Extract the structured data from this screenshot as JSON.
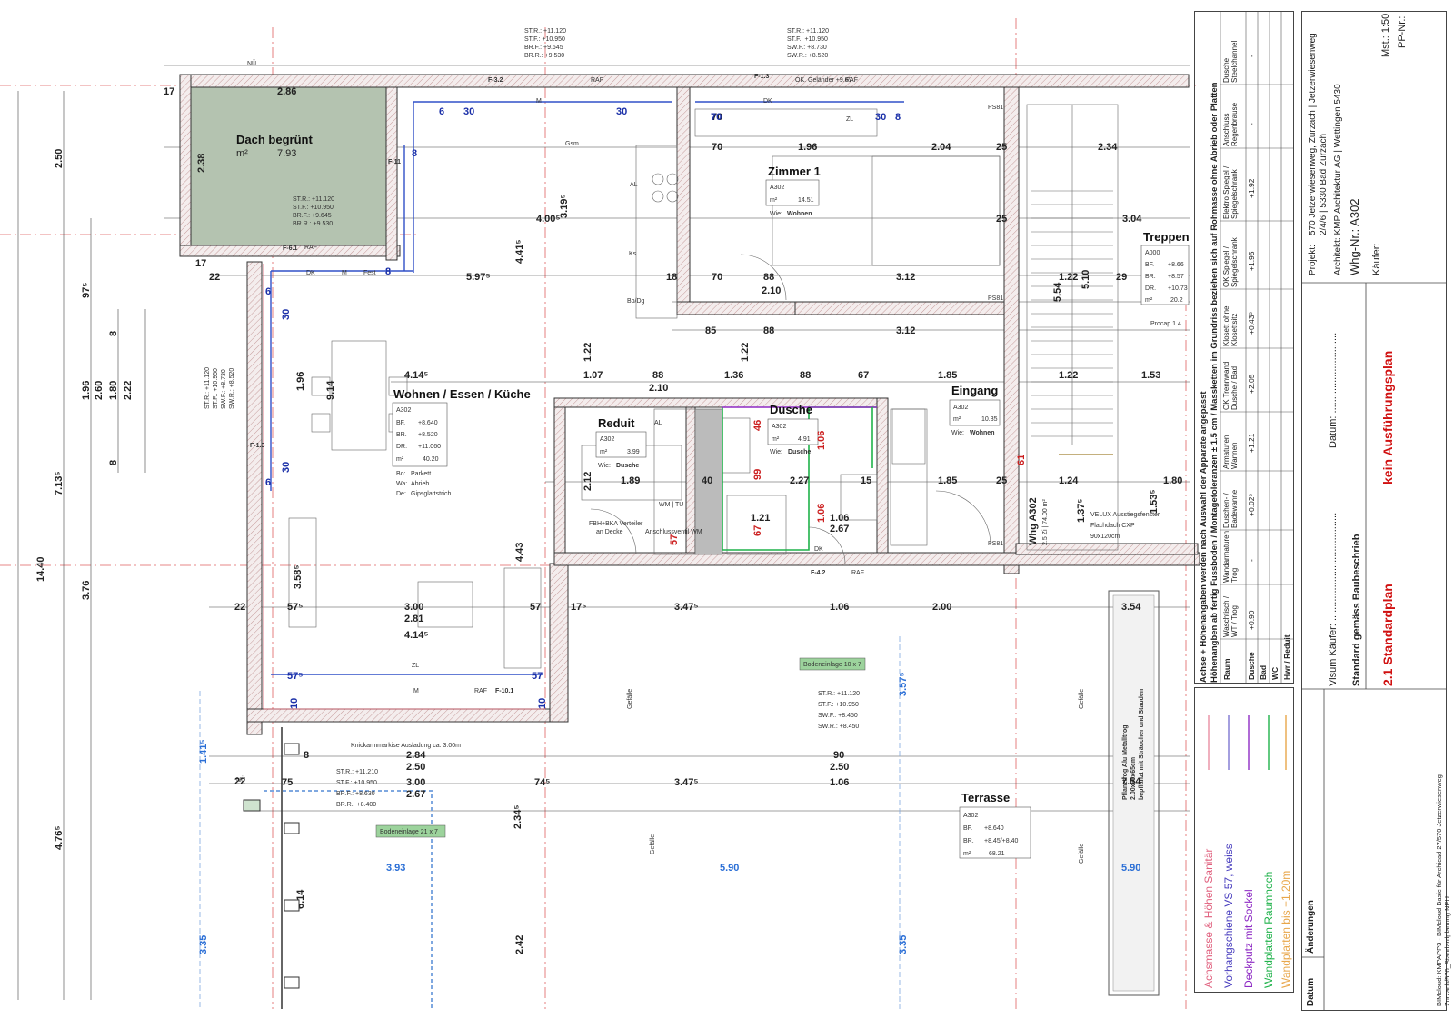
{
  "rooms": {
    "dach": {
      "name": "Dach begrünt",
      "area_unit": "m²",
      "area": "7.93"
    },
    "zimmer1": {
      "name": "Zimmer 1",
      "code": "A302",
      "area_unit": "m²",
      "area": "14.51",
      "use_label": "Wie:",
      "use": "Wohnen"
    },
    "wohnen": {
      "name": "Wohnen / Essen / Küche",
      "code": "A302",
      "bf": "+8.640",
      "br": "+8.520",
      "dr": "+11.060",
      "area": "40.20",
      "bo": "Parkett",
      "wa": "Abrieb",
      "de": "Gipsglattstrich"
    },
    "reduit": {
      "name": "Reduit",
      "code": "A302",
      "area": "3.99",
      "use": "Dusche"
    },
    "dusche": {
      "name": "Dusche",
      "code": "A302",
      "area": "4.91",
      "use": "Dusche"
    },
    "eingang": {
      "name": "Eingang",
      "code": "A302",
      "area": "10.35",
      "use": "Wohnen"
    },
    "treppen": {
      "name": "Treppen",
      "code": "A000",
      "bf": "+8.66",
      "br": "+8.57",
      "dr": "+10.73",
      "area": "20.2"
    },
    "terrasse": {
      "name": "Terrasse",
      "code": "A302",
      "bf": "+8.640",
      "br": "+8.45/+8.40",
      "area": "68.21"
    },
    "whg": {
      "name": "Whg A302",
      "sub": "2.5 Zi | 74.00 m²"
    }
  },
  "labels": {
    "velux": [
      "VELUX Ausstiegsfenster",
      "Flachdach CXP",
      "90x120cm"
    ],
    "bodeneinlage_a": "Bodeneinlage 10 x 7",
    "bodeneinlage_b": "Bodeneinlage 21 x 7",
    "markise": "Knickarmmarkise Ausladung ca. 3.00m",
    "pflanztrog": [
      "Pflanztrog Alu Metalltrog",
      "2.00x60x65cm",
      "bepflanzt mit Sträucher und Stauden"
    ],
    "procap": "Procap 1.4",
    "fbh": [
      "FBH+BKA Verteiler",
      "an Decke"
    ],
    "anschluss_wm": "Anschlussventil WM",
    "gefaelle": "Gefälle",
    "nue": "NÜ",
    "ps81": "PS81",
    "raf": "RAF",
    "fest": "Fest",
    "gsm": "Gsm",
    "ks": "Ks",
    "bodg": "Bo/Dg",
    "wm_tu": "WM | TU",
    "dk": "DK",
    "zl": "ZL",
    "al": "AL",
    "m": "M",
    "ok_gelaender": "OK. Geländer +9.67",
    "windows": [
      "F-3.2",
      "F-1.3",
      "F-11",
      "F-6.1",
      "F-1.3",
      "F-10.1",
      "F-4.2"
    ],
    "bo_label": "Bo:",
    "wa_label": "Wa:",
    "de_label": "De:",
    "bf_label": "BF.",
    "br_label": "BR.",
    "dr_label": "DR.",
    "m2_label": "m²",
    "wie": "Wie:"
  },
  "level_tags": {
    "a": [
      "ST.R.: +11.120",
      "ST.F.: +10.950",
      "BR.F.: +9.645",
      "BR.R.: +9.530"
    ],
    "b": [
      "ST.R.: +11.120",
      "ST.F.: +10.950",
      "SW.F.: +8.730",
      "SW.R.: +8.520"
    ],
    "c": [
      "ST.R.: +11.120",
      "ST.F.: +10.950",
      "SW.F.: +8.450",
      "SW.R.: +8.450"
    ],
    "d": [
      "ST.R.: +11.210",
      "ST.F.: +10.950",
      "BR.F.: +8.630",
      "BR.R.: +8.400"
    ]
  },
  "dims": {
    "top": [
      "2.86",
      "17",
      "17",
      "22",
      "22",
      "22",
      "2.34",
      "25",
      "1.96",
      "2.04",
      "25",
      "70",
      "70",
      "70",
      "18",
      "88",
      "3.12",
      "85",
      "88",
      "3.12",
      "4.00⁵",
      "3.19⁵",
      "5.97⁵",
      "4.41⁵",
      "1.07",
      "88",
      "1.36",
      "88",
      "67",
      "1.85",
      "2.10",
      "2.10",
      "1.22",
      "1.22",
      "4.14⁵",
      "29",
      "1.53",
      "3.04",
      "5.10",
      "5.54",
      "1.22",
      "1.22"
    ],
    "mid": [
      "1.89",
      "40",
      "2.12",
      "2.27",
      "15",
      "1.85",
      "25",
      "1.24",
      "1.80",
      "1.37⁵",
      "1.53⁵",
      "1.21",
      "1.06",
      "2.67",
      "4.43",
      "3.58⁵",
      "57⁵",
      "3.00",
      "2.81",
      "4.14⁵",
      "57",
      "17⁵",
      "3.47⁵",
      "1.06",
      "2.00",
      "3.54",
      "7.54"
    ],
    "bottom": [
      "2.84",
      "2.50",
      "3.00",
      "2.67",
      "3.47⁵",
      "1.06",
      "2.50",
      "90",
      "8",
      "75",
      "74⁵",
      "2.42",
      "6.14",
      "3.35",
      "5.90",
      "5.90",
      "3.93",
      "3.35",
      "2.34⁵",
      "3.57⁵",
      "1.41⁵"
    ],
    "left": [
      "2.50",
      "2.38",
      "14.40",
      "7.13⁵",
      "4.76⁵",
      "3.76",
      "1.96",
      "2.60",
      "1.80",
      "2.22",
      "97⁵",
      "8",
      "8",
      "9.14",
      "1.96"
    ],
    "red": [
      "46",
      "1.06",
      "99",
      "67",
      "57",
      "1.06",
      "61"
    ],
    "blue_small": [
      "30",
      "30",
      "70",
      "30",
      "30",
      "6",
      "6",
      "8",
      "8",
      "30",
      "57⁵",
      "57",
      "10",
      "10",
      "6",
      "8"
    ]
  },
  "legend": [
    {
      "text": "Achsmasse & Höhen Sanitär",
      "color": "#e0607e"
    },
    {
      "text": "Vorhangschiene VS 57, weiss",
      "color": "#4a3fbf"
    },
    {
      "text": "Deckputz mit Sockel",
      "color": "#8e2bc4"
    },
    {
      "text": "Wandplatten Raumhoch",
      "color": "#1fb24a"
    },
    {
      "text": "Wandplatten bis +1.20m",
      "color": "#e8a64a"
    }
  ],
  "height_table": {
    "title": "Achse + Höhenangaben werden nach Auswahl der Apparate angepasst",
    "subtitle": "Höhenangben ab fertig Fussboden / Montagetoleranzen ± 1.5 cm / Massketten im Grundriss beziehen sich auf Rohmasse ohne Abrieb oder Platten",
    "columns": [
      "Raum",
      "Waschtisch / WT / Trog",
      "Wandarmaturen Trog",
      "Duschen- / Badewanne",
      "Armaturen Wannen",
      "OK Trennwand Dusche / Bad",
      "Klosett ohne Klosettsitz",
      "OK Spiegel / Spiegelschrank",
      "Elektro Spiegel / Spiegelschrank",
      "Anschluss Regenbrause",
      "Dusche Steelchannel"
    ],
    "rows": [
      {
        "raum": "Dusche",
        "values": [
          "+0.90",
          "-",
          "+0.02⁵",
          "+1.21",
          "+2.05",
          "+0.43⁵",
          "+1.95",
          "+1.92",
          "-",
          "-"
        ]
      },
      {
        "raum": "Bad",
        "values": [
          "-",
          "-",
          "-",
          "-",
          "-",
          "-",
          "-",
          "-",
          "-",
          "-"
        ]
      },
      {
        "raum": "WC",
        "values": [
          "-",
          "-",
          "-",
          "-",
          "-",
          "-",
          "-",
          "-",
          "-",
          "-"
        ]
      },
      {
        "raum": "Hwr / Reduit",
        "values": [
          "-",
          "-",
          "-",
          "-",
          "-",
          "-",
          "-",
          "-",
          "-",
          "-"
        ]
      }
    ]
  },
  "title_block": {
    "projekt_label": "Projekt:",
    "projekt": "570 Jetzerwiesenweg, Zurzach | Jetzerwiesenweg 2/4/6 | 5330 Bad Zurzach",
    "architekt": "Architekt: KMP Architektur AG | Wettingen 5430",
    "whg": "Whg-Nr.: A302",
    "mst": "Mst.: 1:50",
    "ppnr": "PP-Nr.:",
    "kaeufer": "Käufer:",
    "visum": "Visum Käufer: .......................................",
    "datum_line": "Datum: .............................",
    "standard": "Standard gemäss Baubeschrieb",
    "standardplan": "2.1 Standardplan",
    "kein": "kein Ausführungsplan",
    "aenderungen": "Änderungen",
    "datum": "Datum",
    "footer": "BIMcloud: KMPAPP3 - BIMcloud Basic für Archicad 27/570 Jetzerwiesenweg Zurzach/570_Standardplanung NEU"
  }
}
